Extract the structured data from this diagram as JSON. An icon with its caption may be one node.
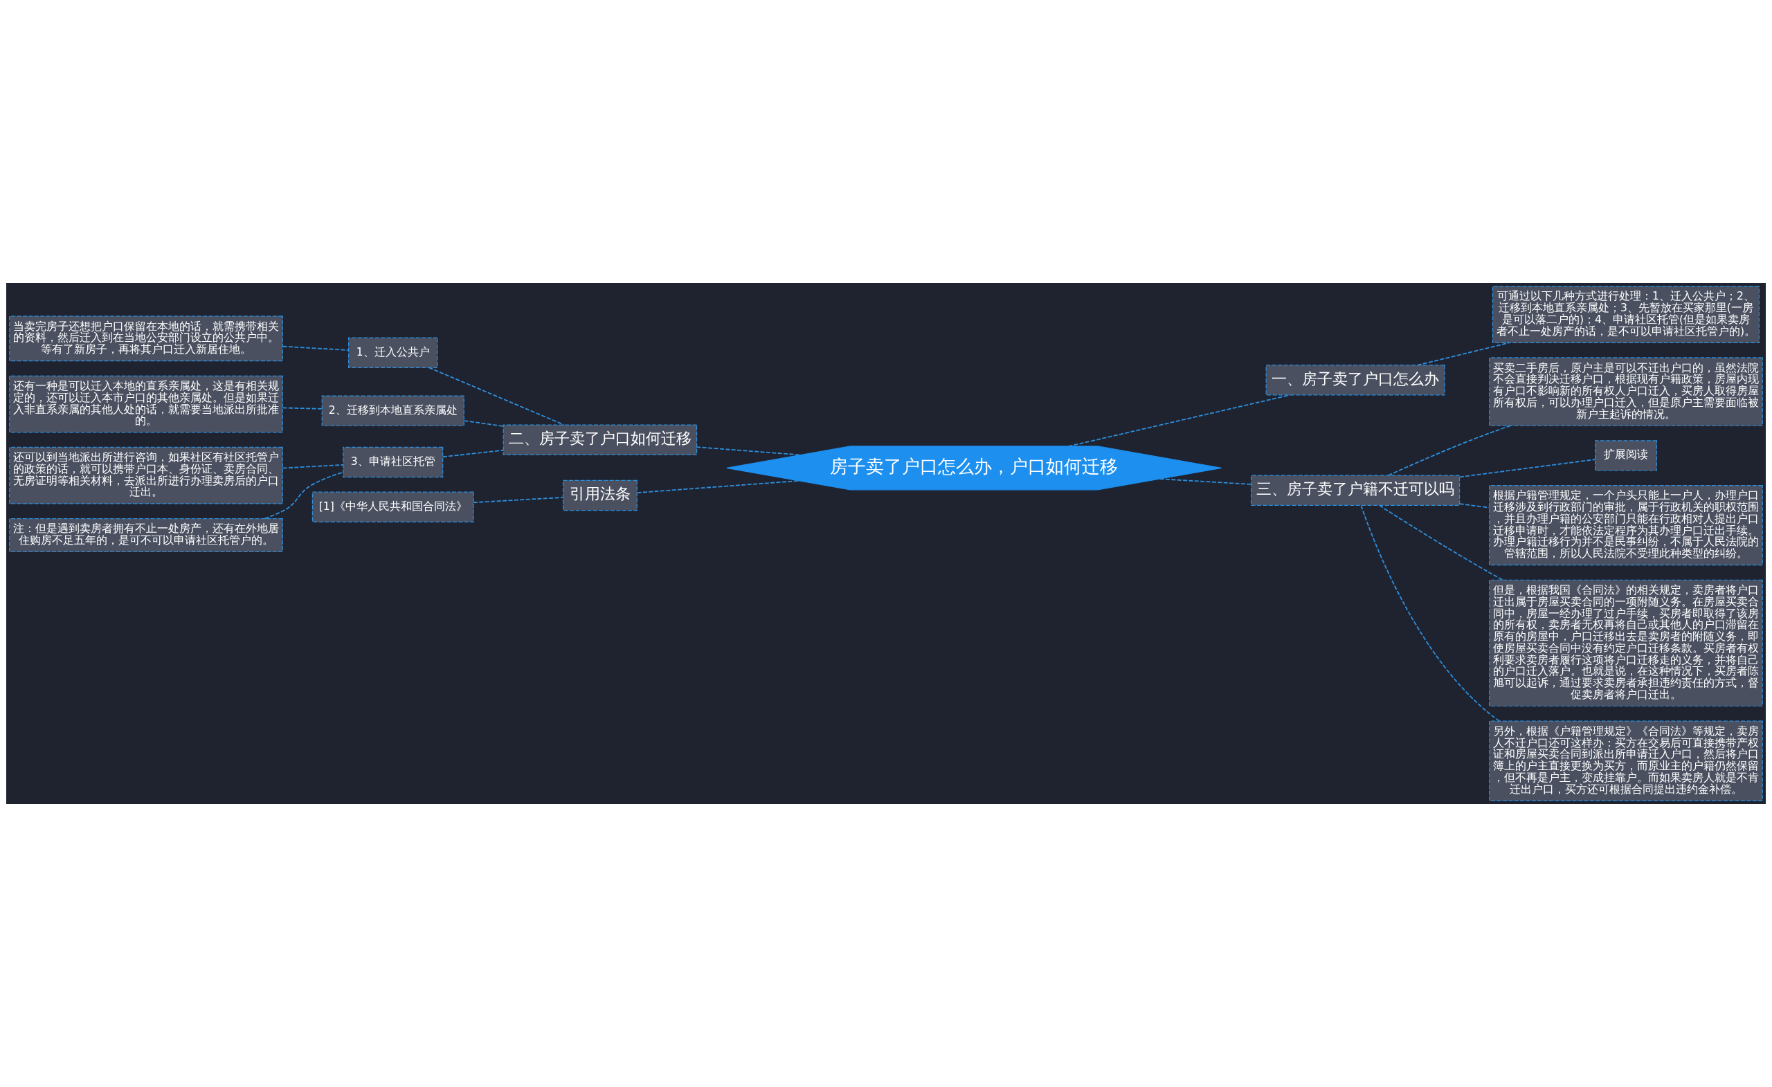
{
  "diagram": {
    "nodes": [
      {
        "text": [
          "房子卖了户口怎么办，户口如何迁移"
        ]
      },
      {
        "text": [
          "一、房子卖了户口怎么办"
        ]
      },
      {
        "text": [
          "可通过以下几种方式进行处理：1、迁入公共户；2、迁移到本地直系亲属处；3、先暂放在买家那里(一房是可以落二户的)；4、申请社区托管(但是如果卖房者不止一处房产的话，是不可以申请社区托管户的)。"
        ]
      },
      {
        "text": [
          "三、房子卖了户籍不迁可以吗"
        ]
      },
      {
        "text": [
          "买卖二手房后，原户主是可以不迁出户口的，虽然法院不会直接判决迁移户口，根据现有户籍政策，房屋内现有户口不影响新的所有权人户口迁入，买房人取得房屋所有权后，可以办理户口迁入，但是原户主需要面临被新户主起诉的情况。"
        ]
      },
      {
        "text": [
          "扩展阅读"
        ]
      },
      {
        "text": [
          "根据户籍管理规定，一个户头只能上一户人，办理户口迁移涉及到行政部门的审批，属于行政机关的职权范围，并且办理户籍的公安部门只能在行政相对人提出户口迁移申请时，才能依法定程序为其办理户口迁出手续。办理户籍迁移行为并不是民事纠纷，不属于人民法院的管辖范围，所以人民法院不受理此种类型的纠纷。"
        ]
      },
      {
        "text": [
          "但是，根据我国《合同法》的相关规定，卖房者将户口迁出属于房屋买卖合同的一项附随义务。在房屋买卖合同中，房屋一经办理了过户手续，买房者即取得了该房的所有权，卖房者无权再将自己或其他人的户口滞留在原有的房屋中，户口迁移出去是卖房者的附随义务，即使房屋买卖合同中没有约定户口迁移条款。买房者有权利要求卖房者履行这项将户口迁移走的义务，并将自己的户口迁入落户。也就是说，在这种情况下，买房者陈旭可以起诉，通过要求卖房者承担违约责任的方式，督促卖房者将户口迁出。"
        ]
      },
      {
        "text": [
          "另外，根据《户籍管理规定》《合同法》等规定，卖房人不迁户口还可这样办：买方在交易后可直接携带产权证和房屋买卖合同到派出所申请迁入户口，然后将户口簿上的户主直接更换为买方，而原业主的户籍仍然保留，但不再是户主，变成挂靠户。而如果卖房人就是不肯迁出户口，买方还可根据合同提出违约金补偿。"
        ]
      },
      {
        "text": [
          "二、房子卖了户口如何迁移"
        ]
      },
      {
        "text": [
          "1、迁入公共户"
        ]
      },
      {
        "text": [
          "当卖完房子还想把户口保留在本地的话，就需携带相关的资料，然后迁入到在当地公安部门设立的公共户中。等有了新房子，再将其户口迁入新居住地。"
        ]
      },
      {
        "text": [
          "2、迁移到本地直系亲属处"
        ]
      },
      {
        "text": [
          "还有一种是可以迁入本地的直系亲属处，这是有相关规定的，还可以迁入本市户口的其他亲属处。但是如果迁入非直系亲属的其他人处的话，就需要当地派出所批准的。"
        ]
      },
      {
        "text": [
          "3、申请社区托管"
        ]
      },
      {
        "text": [
          "还可以到当地派出所进行咨询，如果社区有社区托管户的政策的话，就可以携带户口本、身份证、卖房合同、无房证明等相关材料，去派出所进行办理卖房后的户口迁出。"
        ]
      },
      {
        "text": [
          "注：但是遇到卖房者拥有不止一处房产，还有在外地居住购房不足五年的，是可不可以申请社区托管户的。"
        ]
      },
      {
        "text": [
          "引用法条"
        ]
      },
      {
        "text": [
          "[1]《中华人民共和国合同法》"
        ]
      }
    ],
    "edges": [
      {
        "from": 0,
        "to": 1,
        "arrow": "none",
        "style": "dashed"
      },
      {
        "from": 1,
        "to": 2,
        "arrow": "none",
        "style": "dashed"
      },
      {
        "from": 0,
        "to": 3,
        "arrow": "none",
        "style": "dashed"
      },
      {
        "from": 3,
        "to": 4,
        "arrow": "none",
        "style": "dashed"
      },
      {
        "from": 3,
        "to": 5,
        "arrow": "none",
        "style": "dashed"
      },
      {
        "from": 3,
        "to": 6,
        "arrow": "none",
        "style": "dashed"
      },
      {
        "from": 3,
        "to": 7,
        "arrow": "none",
        "style": "dashed"
      },
      {
        "from": 3,
        "to": 8,
        "arrow": "none",
        "style": "dashed"
      },
      {
        "from": 9,
        "to": 0,
        "arrow": "none",
        "style": "dashed"
      },
      {
        "from": 10,
        "to": 9,
        "arrow": "none",
        "style": "dashed"
      },
      {
        "from": 11,
        "to": 10,
        "arrow": "none",
        "style": "dashed"
      },
      {
        "from": 12,
        "to": 9,
        "arrow": "none",
        "style": "dashed"
      },
      {
        "from": 13,
        "to": 12,
        "arrow": "none",
        "style": "dashed"
      },
      {
        "from": 14,
        "to": 9,
        "arrow": "none",
        "style": "dashed"
      },
      {
        "from": 15,
        "to": 14,
        "arrow": "none",
        "style": "dashed"
      },
      {
        "from": 16,
        "to": 14,
        "arrow": "none",
        "style": "dashed"
      },
      {
        "from": 17,
        "to": 0,
        "arrow": "none",
        "style": "dashed"
      },
      {
        "from": 18,
        "to": 17,
        "arrow": "none",
        "style": "dashed"
      }
    ]
  }
}
